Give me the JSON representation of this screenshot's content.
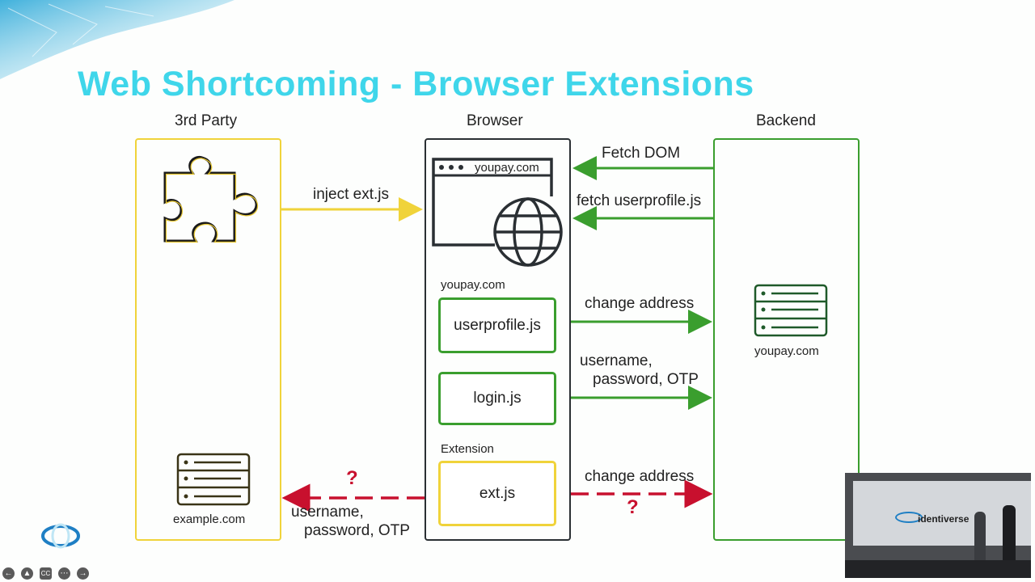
{
  "slide": {
    "title": "Web Shortcoming - Browser Extensions",
    "columns": {
      "third_party": "3rd Party",
      "browser": "Browser",
      "backend": "Backend"
    },
    "third_party_panel": {
      "server_label": "example.com"
    },
    "browser_panel": {
      "window_url": "youpay.com",
      "site_section_label": "youpay.com",
      "scripts": {
        "userprofile": "userprofile.js",
        "login": "login.js"
      },
      "extension_section_label": "Extension",
      "extension_script": "ext.js"
    },
    "backend_panel": {
      "server_label": "youpay.com"
    },
    "arrows": {
      "inject": "inject ext.js",
      "fetch_dom": "Fetch DOM",
      "fetch_userprofile": "fetch userprofile.js",
      "change_address": "change address",
      "credentials_line1": "username,",
      "credentials_line2": "password, OTP",
      "ext_change_address": "change address",
      "ext_credentials_line1": "username,",
      "ext_credentials_line2": "password, OTP",
      "unknown_mark": "?"
    }
  },
  "player": {
    "video_banner": "identiverse"
  },
  "colors": {
    "title": "#3fd6ea",
    "third_party": "#f0d33a",
    "backend": "#3a9e2e",
    "browser": "#2a2f33",
    "danger": "#c8102e"
  }
}
